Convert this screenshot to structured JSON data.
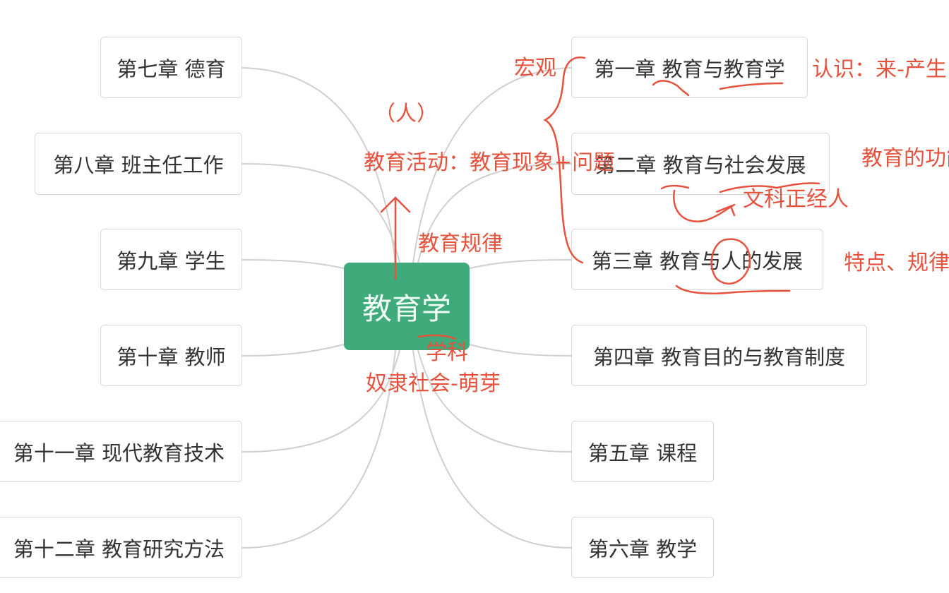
{
  "root": {
    "label": "教育学",
    "color": "#3faa7a"
  },
  "left_chapters": [
    {
      "label": "第七章 德育"
    },
    {
      "label": "第八章 班主任工作"
    },
    {
      "label": "第九章 学生"
    },
    {
      "label": "第十章 教师"
    },
    {
      "label": "第十一章 现代教育技术"
    },
    {
      "label": "第十二章 教育研究方法"
    }
  ],
  "right_chapters": [
    {
      "label": "第一章 教育与教育学"
    },
    {
      "label": "第二章  教育与社会发展"
    },
    {
      "label": "第三章 教育与人的发展"
    },
    {
      "label": "第四章 教育目的与教育制度"
    },
    {
      "label": "第五章 课程"
    },
    {
      "label": "第六章 教学"
    }
  ],
  "annotations": {
    "color": "#e5533e",
    "macro": "宏观",
    "understanding": "认识：来-产生",
    "function": "教育的功能",
    "mnemonic": "文科正经人",
    "traits": "特点、规律",
    "person": "（人）",
    "activity": "教育活动：教育现象+问题",
    "law": "教育规律",
    "discipline": "学科",
    "origin": "奴隶社会-萌芽"
  }
}
